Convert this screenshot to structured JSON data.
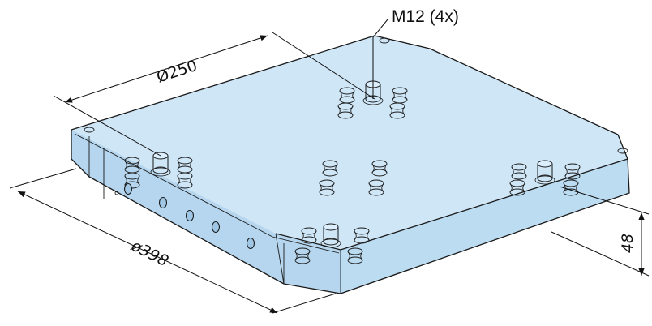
{
  "drawing": {
    "callout_label": "M12 (4x)",
    "dimension_top": "Ø250",
    "dimension_bottom": "ø398",
    "dimension_height": "48"
  },
  "colors": {
    "top_face": "#cfe6f7",
    "side_face": "#bcdcf2",
    "front_face": "#b5d6ee",
    "line": "#1a1a1a"
  }
}
